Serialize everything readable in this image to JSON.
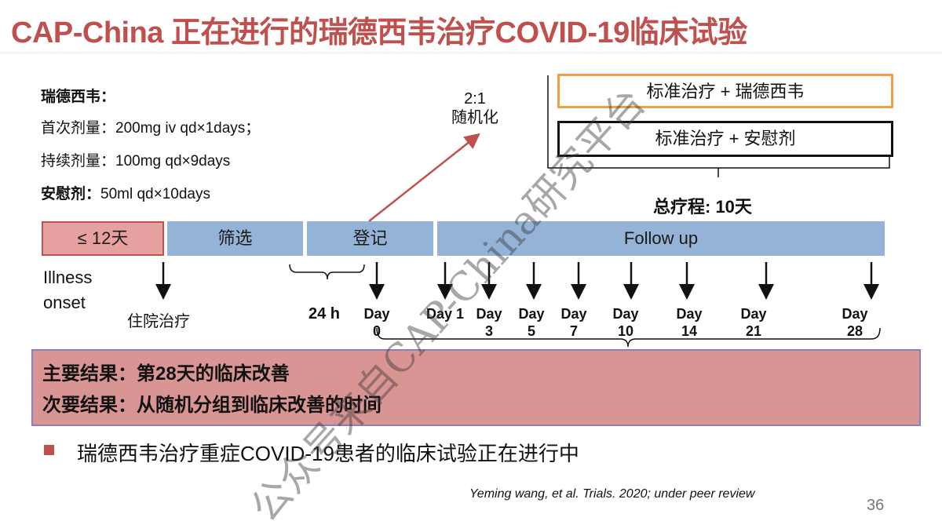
{
  "title": "CAP-China 正在进行的瑞德西韦治疗COVID-19临床试验",
  "dosing": {
    "remdesivir_heading": "瑞德西韦：",
    "first_dose": "首次剂量：200mg iv qd×1days；",
    "maintenance_dose": "持续剂量：100mg qd×9days",
    "placebo_label": "安慰剂：",
    "placebo_dose": "50ml qd×10days"
  },
  "randomization": {
    "ratio": "2:1",
    "label": "随机化"
  },
  "arms": {
    "treatment": "标准治疗 + 瑞德西韦",
    "control": "标准治疗 + 安慰剂"
  },
  "course": "总疗程: 10天",
  "phases": {
    "illness": "≤ 12天",
    "screening": "筛选",
    "enrollment": "登记",
    "followup": "Follow up"
  },
  "onset": {
    "line1": "Illness",
    "line2": "onset"
  },
  "hospitalization": "住院治疗",
  "window": "24 h",
  "days": [
    {
      "word": "Day",
      "num": "0"
    },
    {
      "word": "Day 1",
      "num": ""
    },
    {
      "word": "Day",
      "num": "3"
    },
    {
      "word": "Day",
      "num": "5"
    },
    {
      "word": "Day",
      "num": "7"
    },
    {
      "word": "Day",
      "num": "10"
    },
    {
      "word": "Day",
      "num": "14"
    },
    {
      "word": "Day",
      "num": "21"
    },
    {
      "word": "Day",
      "num": "28"
    }
  ],
  "outcomes": {
    "primary": "主要结果：第28天的临床改善",
    "secondary": "次要结果：从随机分组到临床改善的时间"
  },
  "bullet": "瑞德西韦治疗重症COVID-19患者的临床试验正在进行中",
  "citation": "Yeming wang, et al. Trials. 2020; under peer review",
  "page_number": "36",
  "watermark": "公众号来自CAP-China研究平台",
  "colors": {
    "title_red": "#c0504d",
    "phase_blue": "#95b3d7",
    "illness_pink": "#e6a0a0",
    "outcome_pink": "#d99594",
    "treatment_border_orange": "#f0a040",
    "outcome_border_purple": "#8e7cc3"
  }
}
